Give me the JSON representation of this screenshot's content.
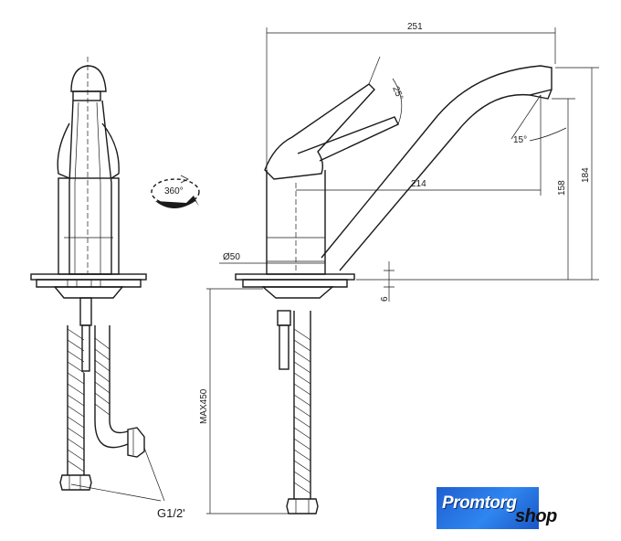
{
  "dimensions": {
    "overall_reach": "251",
    "spout_reach": "214",
    "height_total": "184",
    "height_spout": "158",
    "base_diameter": "Ø50",
    "deck_thickness": "6",
    "hose_length": "MAX450",
    "lever_angle": "25°",
    "spout_angle": "15°",
    "rotation": "360°"
  },
  "connection_label": "G1/2'",
  "logo": {
    "brand": "Promtorg",
    "suffix": "shop",
    "color_primary": "#1e5fd0",
    "color_text": "#111111"
  },
  "icons": [
    "rotation-arrow-icon"
  ]
}
